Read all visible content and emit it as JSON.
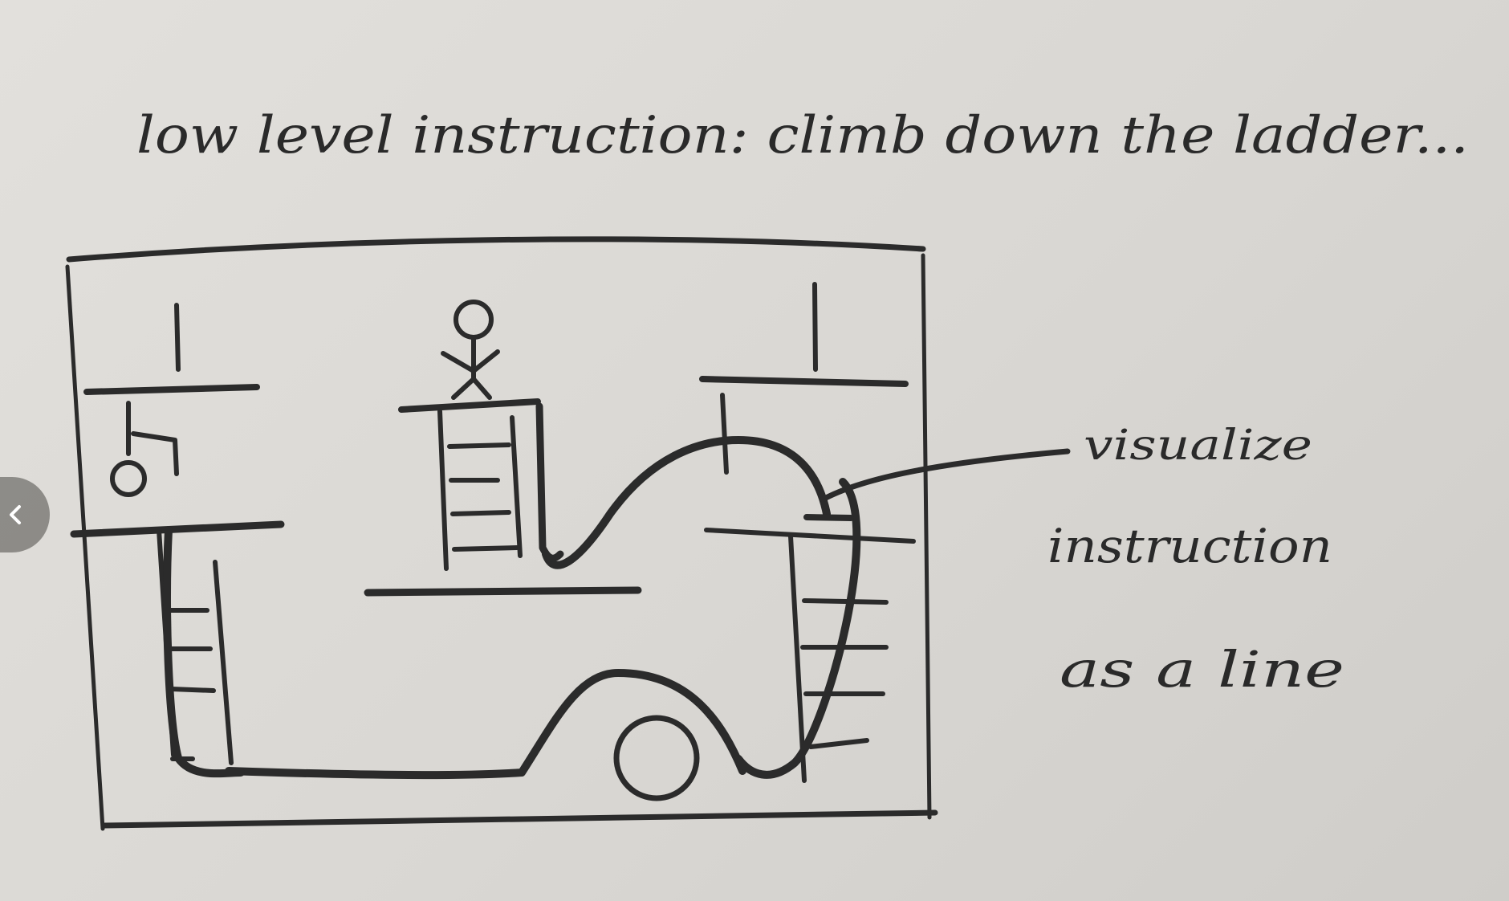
{
  "title": "low level instruction: climb down the ladder...",
  "annotation": {
    "line1": "visualize",
    "line2": "instruction",
    "line3": "as a line"
  },
  "colors": {
    "paper": "#dcdad6",
    "pencil": "#2b2b2b",
    "nav_button": "#6e6c68"
  },
  "icons": {
    "prev": "chevron-left-icon"
  }
}
